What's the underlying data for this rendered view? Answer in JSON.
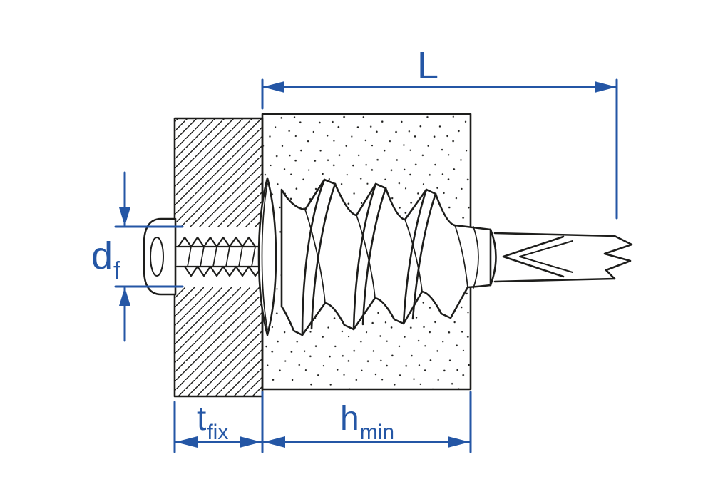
{
  "labels": {
    "length": {
      "main": "L",
      "sub": ""
    },
    "screw_diameter": {
      "main": "d",
      "sub": "f"
    },
    "fixture_thickness": {
      "main": "t",
      "sub": "fix"
    },
    "embedment_depth": {
      "main": "h",
      "sub": "min"
    }
  },
  "colors": {
    "dimension_blue": "#2456A5",
    "drawing_black": "#1D1D1B",
    "background": "#FFFFFF"
  }
}
